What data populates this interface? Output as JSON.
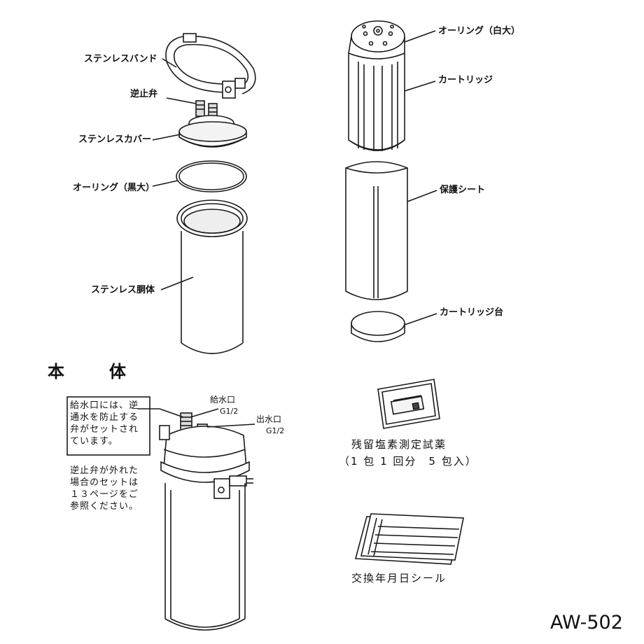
{
  "labels": {
    "band": "ステンレスバンド",
    "check_valve": "逆止弁",
    "cover": "ステンレスカバー",
    "oring_black": "オーリング（黒大）",
    "body_tube": "ステンレス胴体",
    "oring_white": "オーリング（白大）",
    "cartridge": "カートリッジ",
    "protect_sheet": "保護シート",
    "cartridge_base": "カートリッジ台"
  },
  "section_title": "本　体",
  "inlet": {
    "label": "給水口",
    "size": "G1/2"
  },
  "outlet": {
    "label": "出水口",
    "size": "G1/2"
  },
  "note_box": [
    "給水口には、逆",
    "通水を防止する",
    "弁がセットされ",
    "ています。"
  ],
  "note_text": [
    "逆止弁が外れた",
    "場合のセットは",
    "１３ページをご",
    "参照ください。"
  ],
  "reagent": {
    "line1": "残留塩素測定試薬",
    "line2": "（1 包 1 回分　5 包入）"
  },
  "sticker": "交換年月日シール",
  "model": "AW-502",
  "colors": {
    "line": "#1a1a1a",
    "fill": "#ffffff",
    "shade": "#e8e8e8"
  }
}
